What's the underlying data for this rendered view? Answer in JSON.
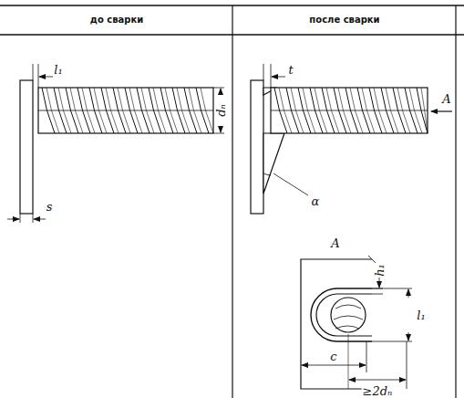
{
  "diagram": {
    "labels": [
      "до сварки",
      "после сварки",
      "l₁",
      "s",
      "dₙ",
      "t",
      "α",
      "A",
      "A",
      "h₁",
      "l₁",
      "c",
      "≥2dₙ"
    ]
  }
}
